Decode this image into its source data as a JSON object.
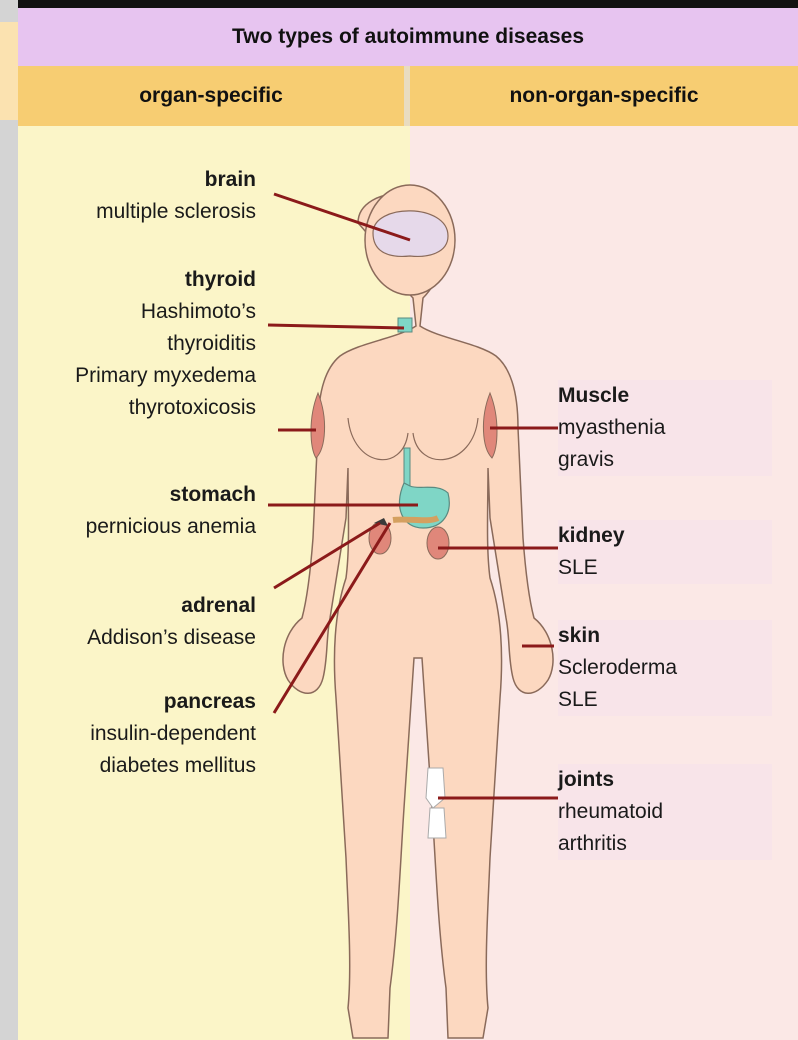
{
  "title": "Two types of autoimmune diseases",
  "columns": {
    "left": "organ-specific",
    "right": "non-organ-specific"
  },
  "organ_specific": [
    {
      "organ": "brain",
      "diseases": [
        "multiple sclerosis"
      ]
    },
    {
      "organ": "thyroid",
      "diseases": [
        "Hashimoto’s",
        "thyroiditis",
        "Primary myxedema",
        "thyrotoxicosis"
      ]
    },
    {
      "organ": "stomach",
      "diseases": [
        "pernicious anemia"
      ]
    },
    {
      "organ": "adrenal",
      "diseases": [
        "Addison’s disease"
      ]
    },
    {
      "organ": "pancreas",
      "diseases": [
        "insulin-dependent",
        "diabetes mellitus"
      ]
    }
  ],
  "non_organ_specific": [
    {
      "organ": "Muscle",
      "diseases": [
        "myasthenia",
        "gravis"
      ]
    },
    {
      "organ": "kidney",
      "diseases": [
        "SLE"
      ]
    },
    {
      "organ": "skin",
      "diseases": [
        "Scleroderma",
        "SLE"
      ]
    },
    {
      "organ": "joints",
      "diseases": [
        "rheumatoid",
        "arthritis"
      ]
    }
  ],
  "colors": {
    "title_band": "#e7c4f0",
    "column_header": "#f7cd72",
    "left_panel": "#fbf5c8",
    "right_panel": "#fbe8e6",
    "body_fill": "#fcd8c0",
    "body_outline": "#8a6a5a",
    "leader_line": "#8b1a1a",
    "brain": "#e6d9ea",
    "stomach": "#7fd6c6",
    "organ_red": "#e0877a"
  }
}
